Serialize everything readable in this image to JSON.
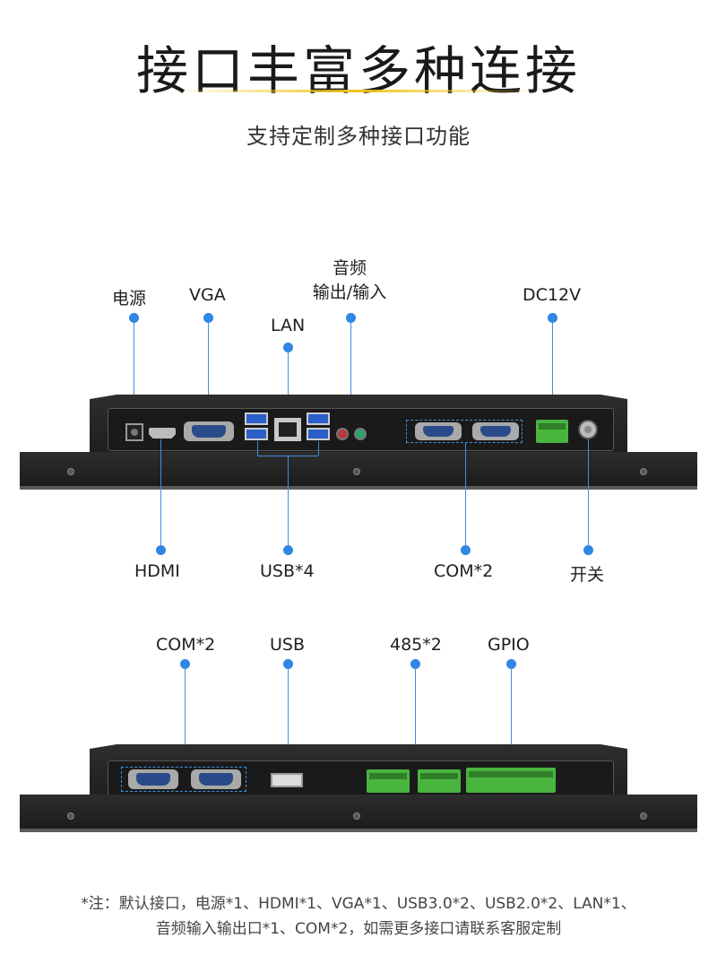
{
  "header": {
    "title": "接口丰富多种连接",
    "subtitle": "支持定制多种接口功能"
  },
  "panel1": {
    "top_labels": {
      "power": "电源",
      "vga": "VGA",
      "lan": "LAN",
      "audio_line1": "音频",
      "audio_line2": "输出/输入",
      "dc12v": "DC12V"
    },
    "bottom_labels": {
      "hdmi": "HDMI",
      "usb": "USB*4",
      "com": "COM*2",
      "switch": "开关"
    }
  },
  "panel2": {
    "top_labels": {
      "com": "COM*2",
      "usb": "USB",
      "rs485": "485*2",
      "gpio": "GPIO"
    }
  },
  "footnote": {
    "line1": "*注：默认接口，电源*1、HDMI*1、VGA*1、USB3.0*2、USB2.0*2、LAN*1、",
    "line2": "音频输入输出口*1、COM*2，如需更多接口请联系客服定制"
  },
  "colors": {
    "accent_line": "#f0c419",
    "callout": "#2f86e4"
  }
}
